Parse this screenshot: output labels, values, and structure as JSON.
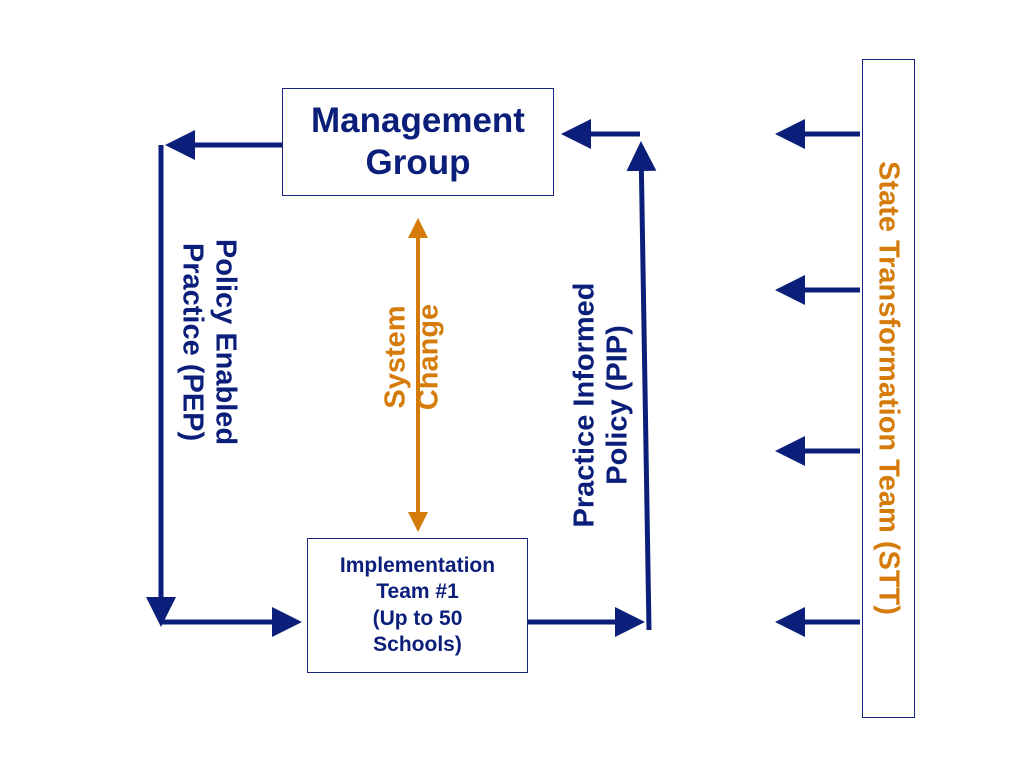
{
  "diagram": {
    "management_group": "Management\nGroup",
    "implementation_team": "Implementation\nTeam #1\n(Up to 50\nSchools)",
    "pep_label": "Policy Enabled\nPractice (PEP)",
    "pip_label": "Practice Informed\nPolicy (PIP)",
    "system_change_label": "System\nChange",
    "stt_label": "State Transformation Team (STT)"
  },
  "colors": {
    "navy": "#0b1f7a",
    "orange": "#d57b0a"
  }
}
